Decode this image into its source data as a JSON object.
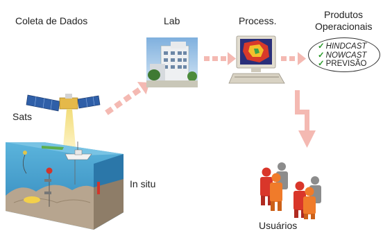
{
  "labels": {
    "coleta": "Coleta de Dados",
    "lab": "Lab",
    "process": "Process.",
    "produtos_line1": "Produtos",
    "produtos_line2": "Operacionais",
    "sats": "Sats",
    "insitu": "In situ",
    "usuarios": "Usuários"
  },
  "products": [
    {
      "check": "✓",
      "label": "HINDCAST"
    },
    {
      "check": "✓",
      "label": "NOWCAST"
    },
    {
      "check": "✓",
      "label": "PREVISÃO"
    }
  ],
  "colors": {
    "arrow": "#f4b9b2",
    "ocean": "#4fa6cf",
    "seabed": "#b7a58f",
    "users_red": "#d9362a",
    "users_orange": "#f07b2a",
    "users_gray": "#8c8c8c"
  }
}
